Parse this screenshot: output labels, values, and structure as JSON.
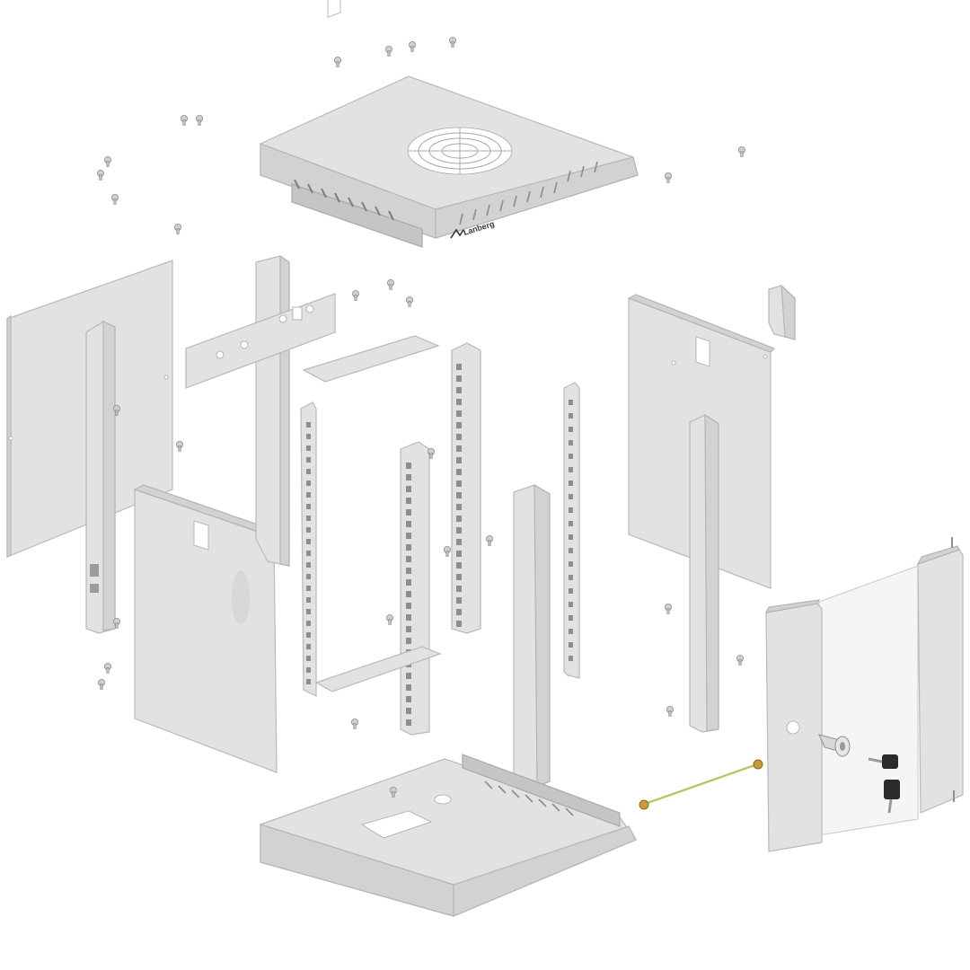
{
  "diagram": {
    "brand_label": "Lanberg",
    "colors": {
      "panel": "#e2e2e0",
      "panel_shade": "#d2d2d0",
      "edge": "#b9b9b7",
      "slot": "#9c9c9a",
      "brass": "#c79a3b",
      "ground_wire": "#9bc86b",
      "key": "#2a2a2a"
    },
    "components": [
      "top-cover",
      "left-side-panel",
      "left-rear-frame-post",
      "left-door-panel",
      "cross-bracket",
      "top-cable-plate",
      "rack-rail",
      "bottom-base-tray",
      "right-side-panel",
      "lock-bracket",
      "glass-front-door",
      "door-lock",
      "keys",
      "ground-wire",
      "screws"
    ]
  }
}
